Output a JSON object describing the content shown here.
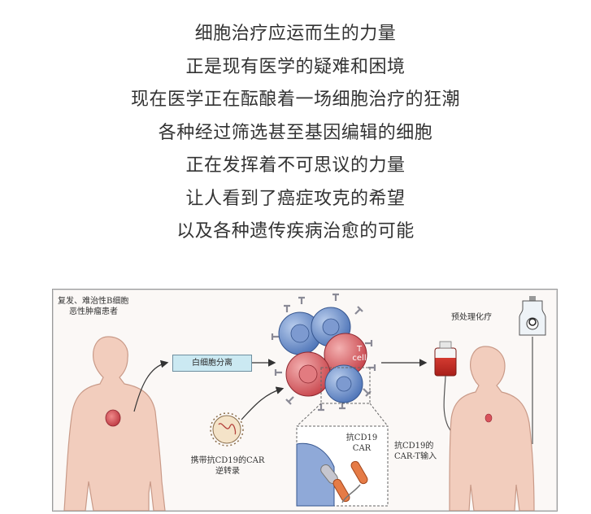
{
  "poem": {
    "lines": [
      "细胞治疗应运而生的力量",
      "正是现有医学的疑难和困境",
      "现在医学正在酝酿着一场细胞治疗的狂潮",
      "各种经过筛选甚至基因编辑的细胞",
      "正在发挥着不可思议的力量",
      "让人看到了癌症攻克的希望",
      "以及各种遗传疾病治愈的可能"
    ]
  },
  "figure": {
    "patient_label_line1": "复发、难治性B细胞",
    "patient_label_line2": "恶性肿瘤患者",
    "leukapheresis_label": "白细胞分离",
    "vector_label_line1": "携带抗CD19的CAR",
    "vector_label_line2": "逆转录",
    "t_cell_label_line1": "T",
    "t_cell_label_line2": "cell",
    "car_label_line1": "抗CD19",
    "car_label_line2": "CAR",
    "pretreatment_label": "预处理化疗",
    "infusion_label_line1": "抗CD19的",
    "infusion_label_line2": "CAR-T输入",
    "colors": {
      "skin": "#f0c8b8",
      "skin_outline": "#c99a88",
      "tumor": "#d9535c",
      "blue_cell": "#6b8fc9",
      "red_cell": "#d8656a",
      "receptor": "#9a9aa6",
      "box_fill": "#cbe9f2",
      "blood_bag": "#c8312a"
    }
  }
}
